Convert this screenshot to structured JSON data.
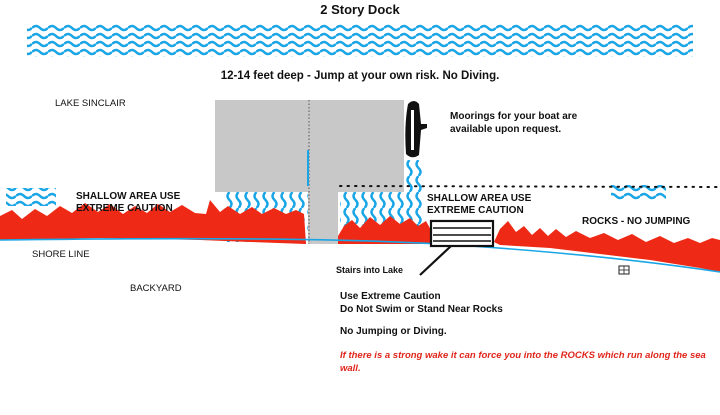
{
  "title": "2 Story Dock",
  "depth_note": "12-14 feet deep - Jump at your own risk. No Diving.",
  "lake_label": "LAKE SINCLAIR",
  "moorings_note": "Moorings for your boat are available upon request.",
  "shallow_left": "SHALLOW AREA USE EXTREME CAUTION",
  "shallow_right": "SHALLOW AREA USE EXTREME CAUTION",
  "rocks_note": "ROCKS - NO JUMPING",
  "shore_label": "SHORE LINE",
  "stairs_label": "Stairs into Lake",
  "backyard_label": "BACKYARD",
  "caution_line1": "Use Extreme Caution",
  "caution_line2": "Do Not Swim or Stand Near Rocks",
  "no_jumping": "No Jumping or Diving.",
  "warning": "If there is a strong wake it can force you into the ROCKS which run along the sea wall.",
  "colors": {
    "water": "#1aa6e6",
    "rocks": "#ee2a16",
    "dock": "#c8c8c8",
    "warning_text": "#e0251b",
    "shore_line": "#1aa6e6"
  },
  "icons": {
    "boat": "boat-icon",
    "stairs": "stairs-icon",
    "pointer": "arrow-line",
    "marker": "grid-marker-icon"
  }
}
